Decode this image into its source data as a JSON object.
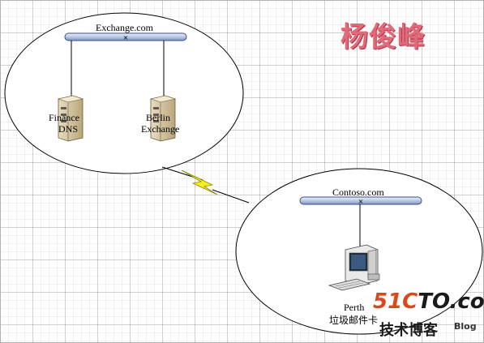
{
  "watermark": {
    "author": "杨俊峰"
  },
  "site_logo": {
    "brand_left": "51C",
    "brand_right": "TO.com",
    "subtitle": "技术博客",
    "blog": "Blog"
  },
  "networks": {
    "exchange": {
      "domain": "Exchange.com",
      "servers": [
        {
          "name_line1": "Finance",
          "name_line2": "DNS",
          "icon": "server-icon"
        },
        {
          "name_line1": "Berlin",
          "name_line2": "Exchange",
          "icon": "server-icon"
        }
      ]
    },
    "contoso": {
      "domain": "Contoso.com",
      "workstation": {
        "name_line1": "Perth",
        "name_line2": "垃圾邮件卡",
        "icon": "workstation-icon"
      }
    }
  },
  "link": {
    "icon": "lightning-bolt-icon"
  },
  "colors": {
    "bus_fill": "#cdd9ee",
    "bus_stroke": "#3a4f80",
    "bolt": "#f2ef1c"
  }
}
